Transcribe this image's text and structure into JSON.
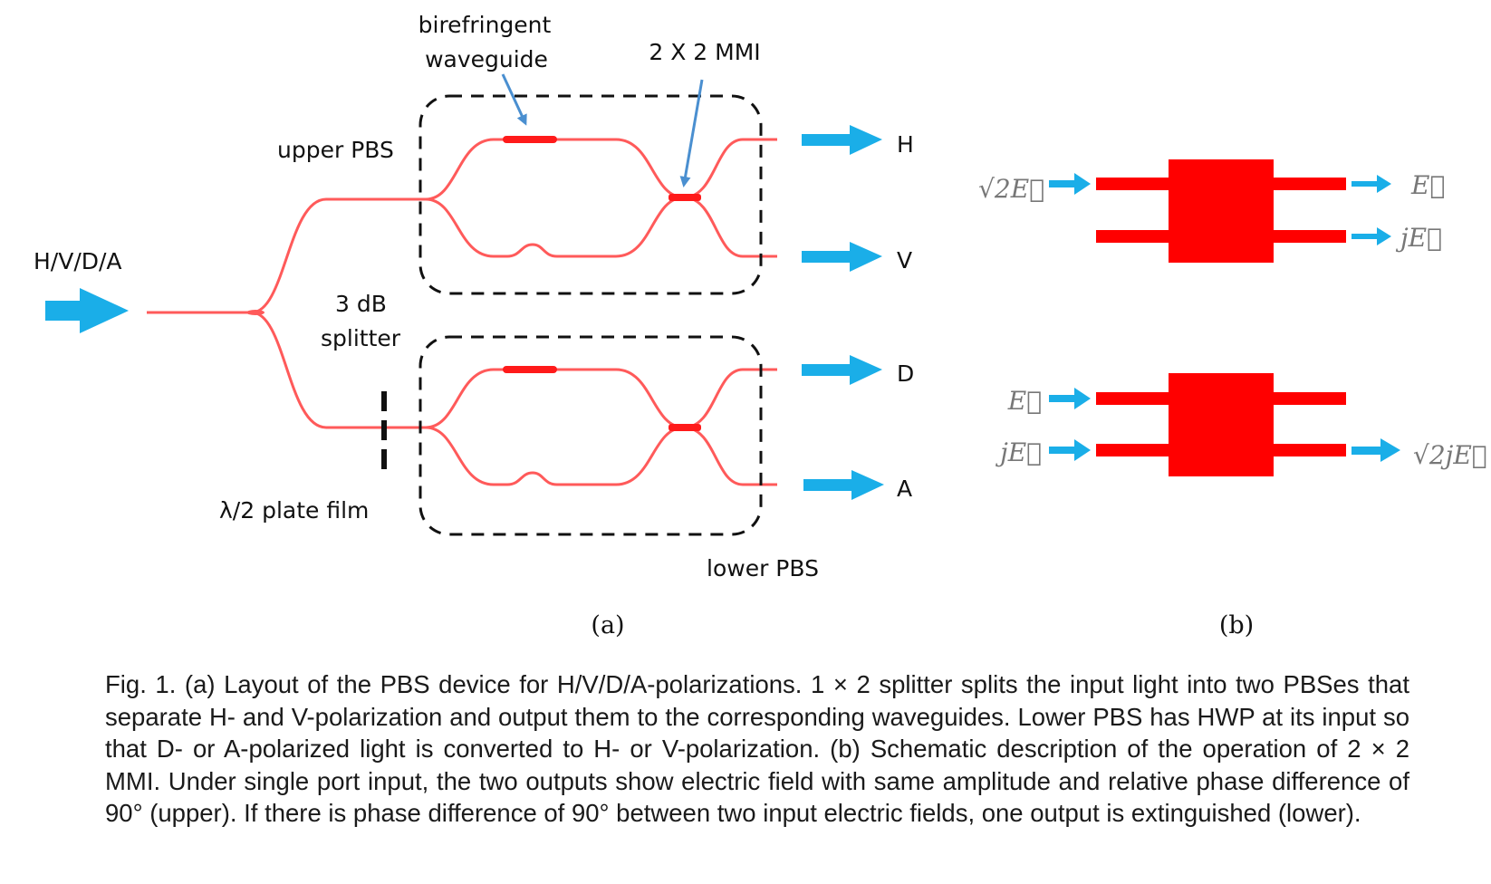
{
  "panel_a": {
    "input_label": "H/V/D/A",
    "birefringent_line1": "birefringent",
    "birefringent_line2": "waveguide",
    "mmi_label": "2 X 2 MMI",
    "upper_pbs": "upper PBS",
    "splitter_line1": "3 dB",
    "splitter_line2": "splitter",
    "plate_label": "λ/2 plate film",
    "lower_pbs": "lower PBS",
    "out_h": "H",
    "out_v": "V",
    "out_d": "D",
    "out_a": "A",
    "sublabel": "(a)"
  },
  "panel_b": {
    "upper_in": "√2E⃗",
    "upper_out1": "E⃗",
    "upper_out2": "jE⃗",
    "lower_in1": "E⃗",
    "lower_in2": "jE⃗",
    "lower_out": "√2jE⃗",
    "sublabel": "(b)"
  },
  "caption": "Fig. 1. (a) Layout of the PBS device for H/V/D/A-polarizations. 1 × 2 splitter splits the input light into two PBSes that separate H- and V-polarization and output them to the corresponding waveguides. Lower PBS has HWP at its input so that D- or A-polarized light is converted to H- or V-polarization. (b) Schematic description of the operation of 2 × 2 MMI. Under single port input, the two outputs show electric field with same amplitude and relative phase difference of 90° (upper). If there is phase difference of 90° between two input electric fields, one output is extinguished (lower).",
  "colors": {
    "waveguide": "#ff5a5a",
    "waveguide_dark": "#ff1a1a",
    "arrow": "#1aaee8",
    "pointer": "#4a8fd0",
    "mmi_block": "#ff0000"
  }
}
